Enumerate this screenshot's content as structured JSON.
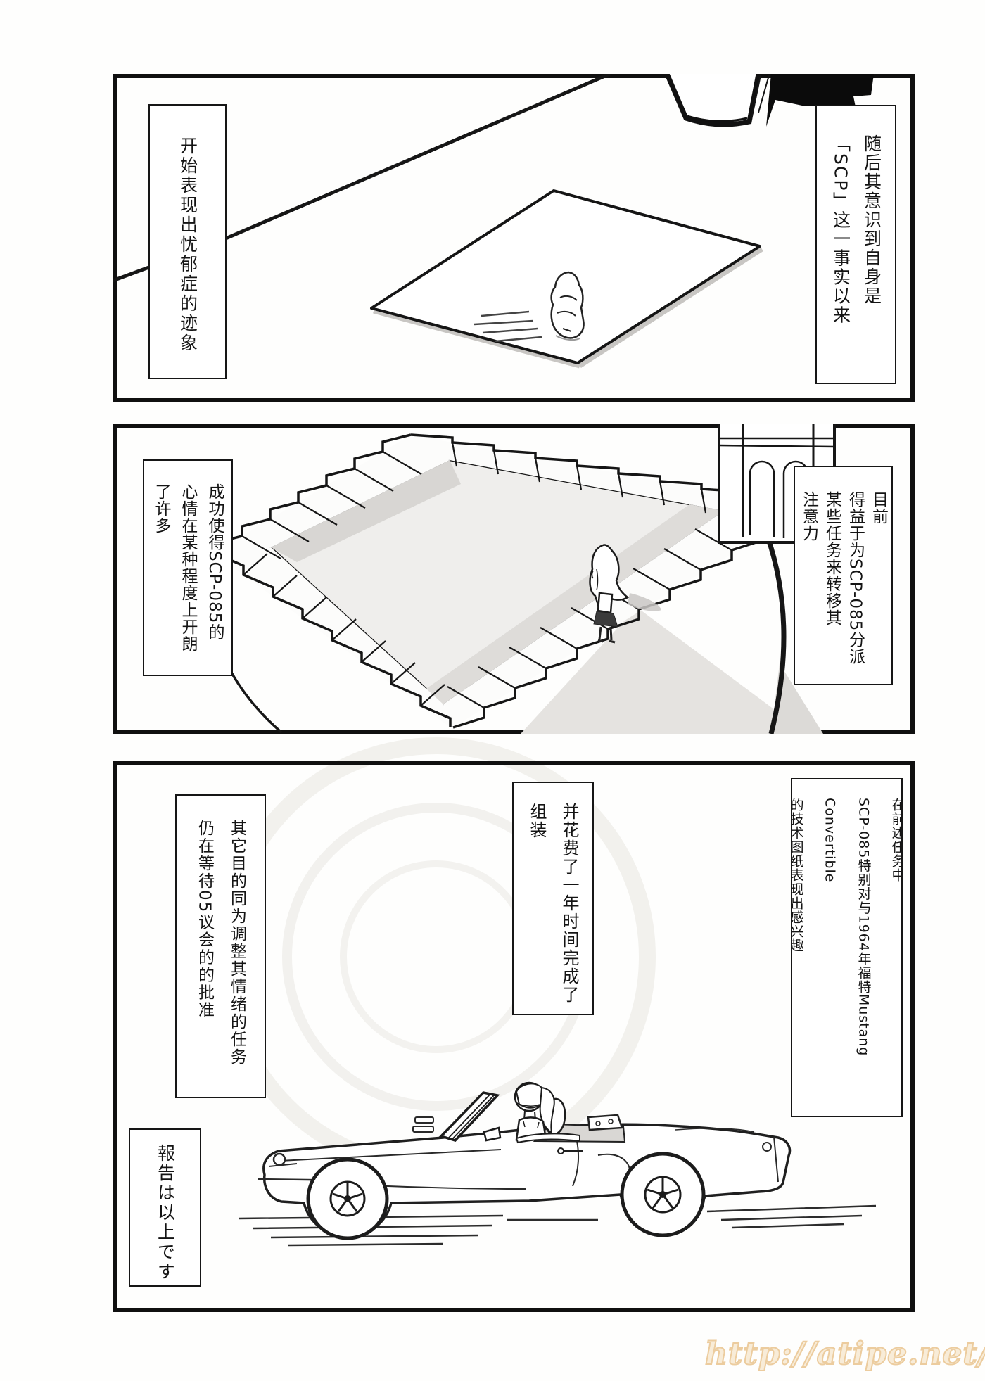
{
  "page": {
    "watermark": "http://atipe.net/"
  },
  "panel1": {
    "right_text": "随后其意识到自身是\n「SCP」这一事实以来",
    "left_text": "开始表现出忧郁症的迹象"
  },
  "panel2": {
    "right_text": "目前\n得益于为SCP-085分派\n某些任务来转移其\n注意力",
    "left_text": "成功使得SCP-085的\n心情在某种程度上开朗\n了许多"
  },
  "panel3": {
    "right_text": "在前述任务中\nSCP-085特别对与1964年福特Mustang Convertible\n的技术图纸表现出感兴趣",
    "middle_text": "并花费了一年时间完成了\n组装",
    "left_text": "其它目的同为调整其情绪的任务\n仍在等待05议会的的批准",
    "bottom_left_text": "報告は以上です"
  }
}
